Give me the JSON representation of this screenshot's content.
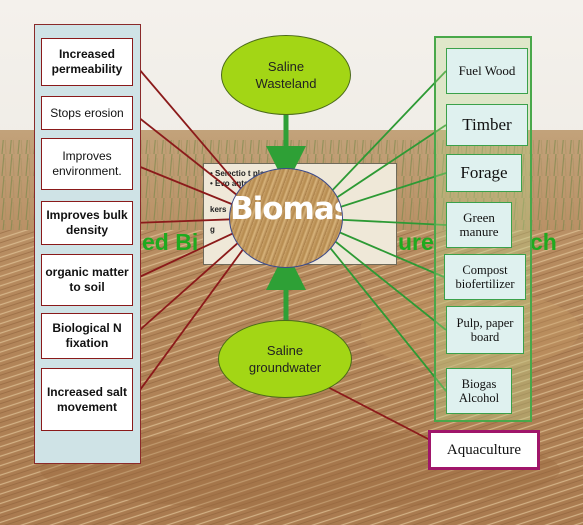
{
  "colors": {
    "left_connector": "#8b1a1a",
    "right_connector": "#2d9a34",
    "vertical_arrow": "#2ea036",
    "oval_fill": "#a3d615",
    "aquaculture_border": "#a0166a",
    "banner_text": "#1faa1f"
  },
  "top_oval": {
    "label": "Saline Wasteland"
  },
  "bottom_oval": {
    "label": "Saline groundwater"
  },
  "biomass": {
    "label": "Biomass"
  },
  "banner": {
    "left": "ed Bi",
    "right": "ure",
    "far_right": "ch"
  },
  "center_list": {
    "rows": [
      "•  Selectio                       t plants",
      "•  Evo                            ants by",
      "",
      "                                  kers",
      "",
      "                                g"
    ]
  },
  "left_items": [
    {
      "label": "Increased permeability",
      "bold": true
    },
    {
      "label": "Stops erosion",
      "bold": false
    },
    {
      "label": "Improves environment.",
      "bold": false
    },
    {
      "label": "Improves bulk density",
      "bold": true
    },
    {
      "label": "organic matter to soil",
      "bold": true
    },
    {
      "label": "Biological N fixation",
      "bold": true
    },
    {
      "label": "Increased salt movement",
      "bold": true
    }
  ],
  "right_items": [
    {
      "label": "Fuel Wood"
    },
    {
      "label": "Timber"
    },
    {
      "label": "Forage"
    },
    {
      "label": "Green manure"
    },
    {
      "label": "Compost biofertilizer"
    },
    {
      "label": "Pulp, paper board"
    },
    {
      "label": "Biogas Alcohol"
    }
  ],
  "aquaculture": {
    "label": "Aquaculture"
  }
}
